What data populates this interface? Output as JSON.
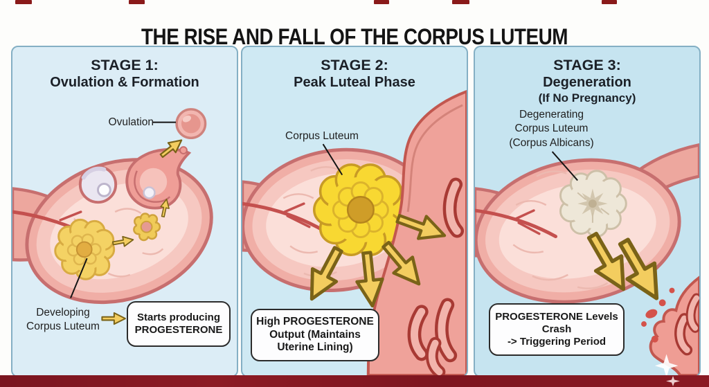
{
  "title": "THE RISE AND FALL OF THE CORPUS LUTEUM",
  "panels": [
    {
      "heading": "STAGE 1:",
      "subheading": "Ovulation & Formation",
      "labels": [
        {
          "text": "Ovulation"
        },
        {
          "text": "Developing\nCorpus Luteum"
        }
      ],
      "callout": "Starts producing\nPROGESTERONE"
    },
    {
      "heading": "STAGE 2:",
      "subheading": "Peak Luteal Phase",
      "labels": [
        {
          "text": "Corpus Luteum"
        }
      ],
      "callout": "High PROGESTERONE\nOutput (Maintains\nUterine Lining)"
    },
    {
      "heading": "STAGE 3:",
      "subheading": "Degeneration",
      "note": "(If No Pregnancy)",
      "labels": [
        {
          "text": "Degenerating\nCorpus Luteum\n(Corpus Albicans)"
        }
      ],
      "callout": "PROGESTERONE Levels\nCrash\n-> Triggering Period"
    }
  ],
  "colors": {
    "panel1_bg": "#dcedf6",
    "panel2_bg": "#cfe9f3",
    "panel3_bg": "#c6e4f0",
    "panel_border": "#84afc4",
    "ovary_outline": "#c76f6f",
    "ovary_fill": "#f6c8c1",
    "luteum_yellow": "#f8d832",
    "developing_luteum_yellow": "#f4d264",
    "corpus_albicans_cream": "#eee7d8",
    "arrow_yellow": "#f3cd5f",
    "uterine_tissue_pink": "#efa29a",
    "gland_red": "#a83a34",
    "artifact_bar_red": "#7d1621"
  }
}
